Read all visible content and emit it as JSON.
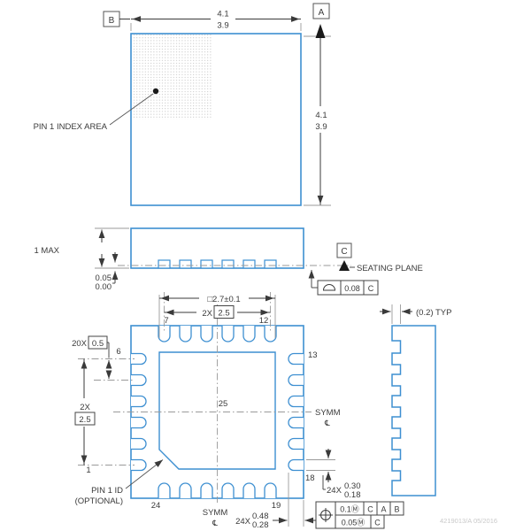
{
  "colors": {
    "outline_blue": "#3d8fd1",
    "dimension": "#3a3a3a",
    "centerline_gray": "#9a9a9a",
    "footer_gray": "#c9c9c9"
  },
  "top_view": {
    "datum_b": "B",
    "datum_a": "A",
    "width_upper": "4.1",
    "width_lower": "3.9",
    "height_upper": "4.1",
    "height_lower": "3.9",
    "pin1_index": "PIN 1 INDEX AREA"
  },
  "side_view": {
    "height": "1 MAX",
    "standoff_upper": "0.05",
    "standoff_lower": "0.00",
    "datum_c": "C",
    "seating_plane": "SEATING PLANE",
    "flatness_tol": "0.08",
    "flatness_datum": "C"
  },
  "detail_view": {
    "typ": "(0.2) TYP"
  },
  "bottom_view": {
    "pad_size": "□2.7±0.1",
    "span": {
      "count": "2X",
      "value": "2.5"
    },
    "pitch": {
      "count": "20X",
      "value": "0.5"
    },
    "vspan": {
      "count": "2X",
      "value": "2.5"
    },
    "pins": {
      "p1": "1",
      "p6": "6",
      "p7": "7",
      "p12": "12",
      "p13": "13",
      "p18": "18",
      "p19": "19",
      "p24": "24",
      "p25": "25"
    },
    "symm": "SYMM",
    "centerline_symbol": "℄",
    "pin1_id_line1": "PIN 1 ID",
    "pin1_id_line2": "(OPTIONAL)",
    "terminal_length": {
      "count": "24X",
      "upper": "0.48",
      "lower": "0.28"
    },
    "terminal_width": {
      "count": "24X",
      "upper": "0.30",
      "lower": "0.18"
    },
    "position_tolerance": {
      "row1": {
        "tol": "0.1Ⓜ",
        "datum1": "C",
        "datum2": "A",
        "datum3": "B"
      },
      "row2": {
        "tol": "0.05Ⓜ",
        "datum": "C"
      }
    }
  },
  "footer": {
    "doc_ref": "4219013/A   05/2016"
  }
}
